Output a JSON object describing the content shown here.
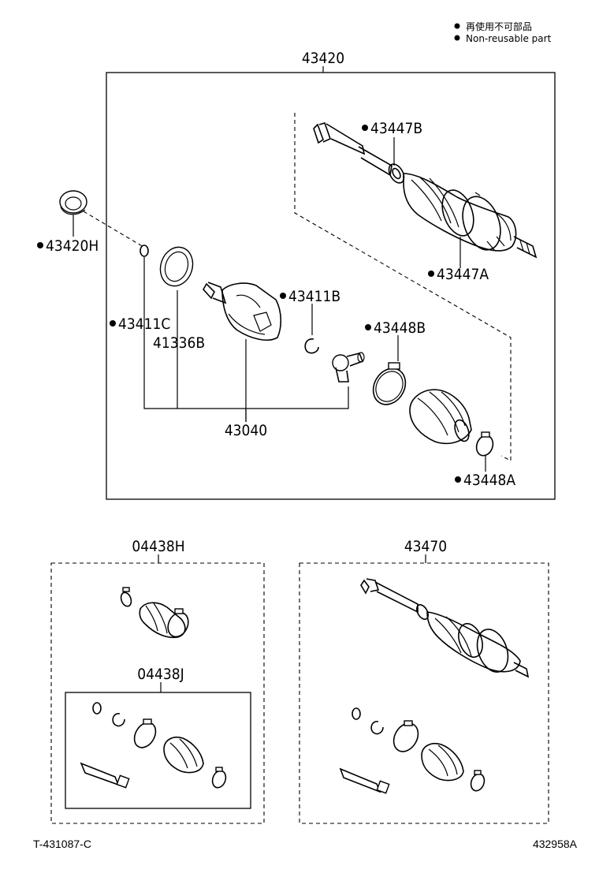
{
  "legend": {
    "items": [
      {
        "text": "再使用不可部品"
      },
      {
        "text": "Non-reusable part"
      }
    ]
  },
  "assembly": {
    "number": "43420",
    "parts": {
      "p43447B": "43447B",
      "p43447A": "43447A",
      "p43420H": "43420H",
      "p43411B": "43411B",
      "p43411C": "43411C",
      "p41336B": "41336B",
      "p43448B": "43448B",
      "p43040": "43040",
      "p43448A": "43448A"
    }
  },
  "kit_boot": {
    "number": "04438H",
    "inner_number": "04438J"
  },
  "kit_shaft": {
    "number": "43470"
  },
  "footer": {
    "left_code": "T-431087-C",
    "right_code": "432958A"
  }
}
